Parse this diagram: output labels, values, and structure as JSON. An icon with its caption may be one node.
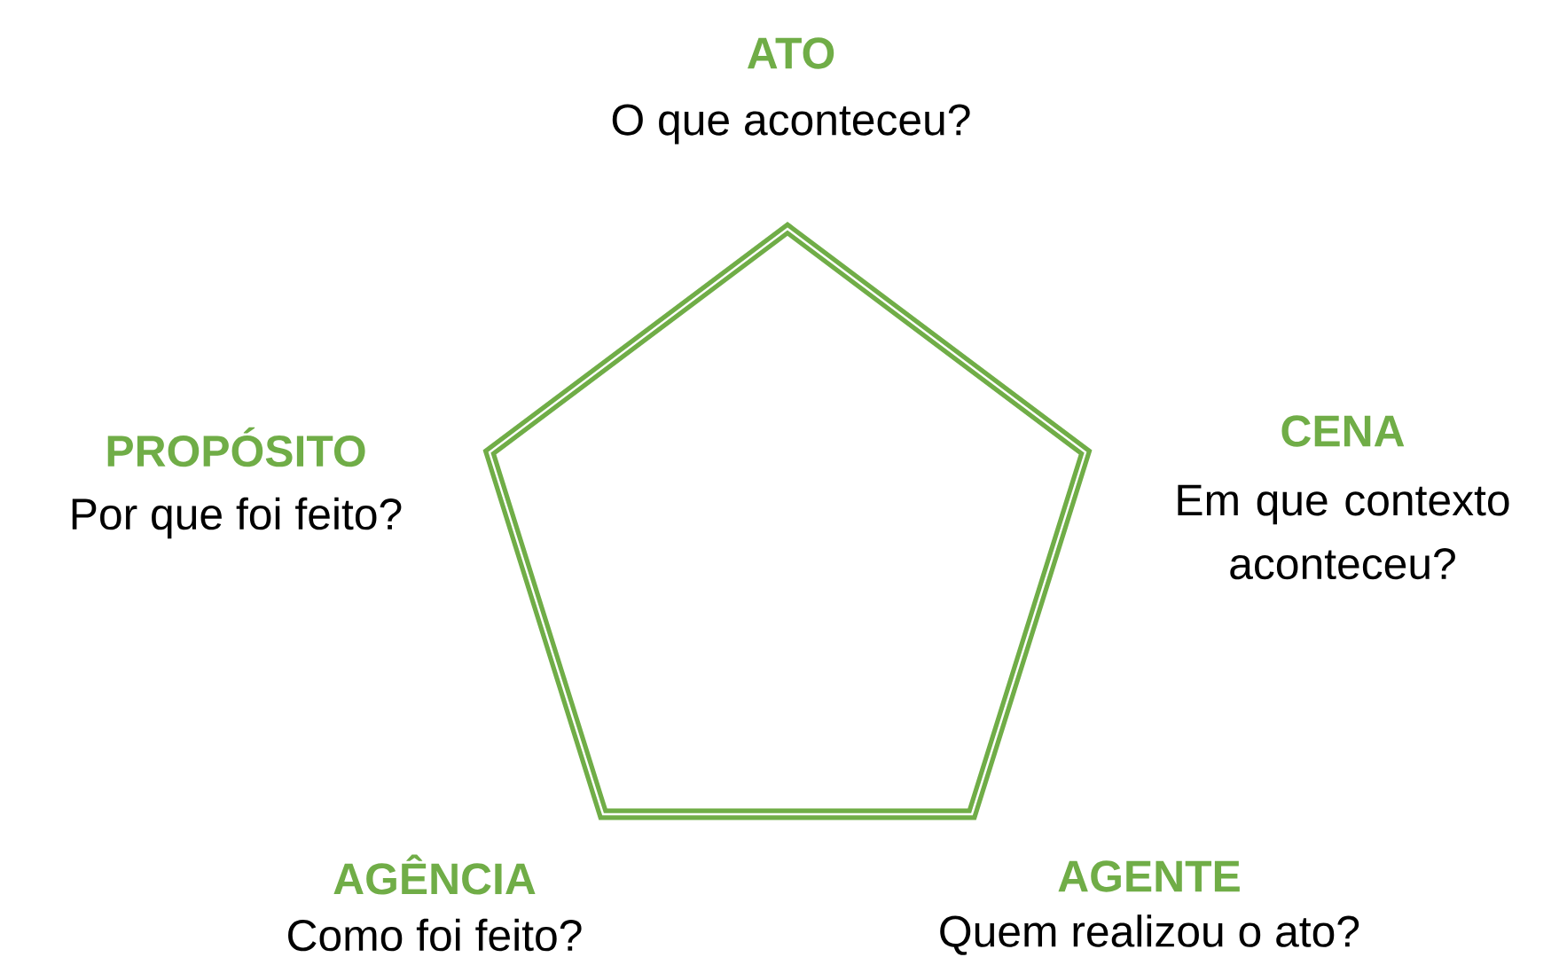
{
  "diagram": {
    "labels": [
      "ATO",
      "O que aconteceu?",
      "PROPÓSITO",
      "Por que foi feito?",
      "CENA",
      "Em que contexto aconteceu?",
      "AGÊNCIA",
      "Como foi feito?",
      "AGENTE",
      "Quem realizou o ato?"
    ]
  }
}
